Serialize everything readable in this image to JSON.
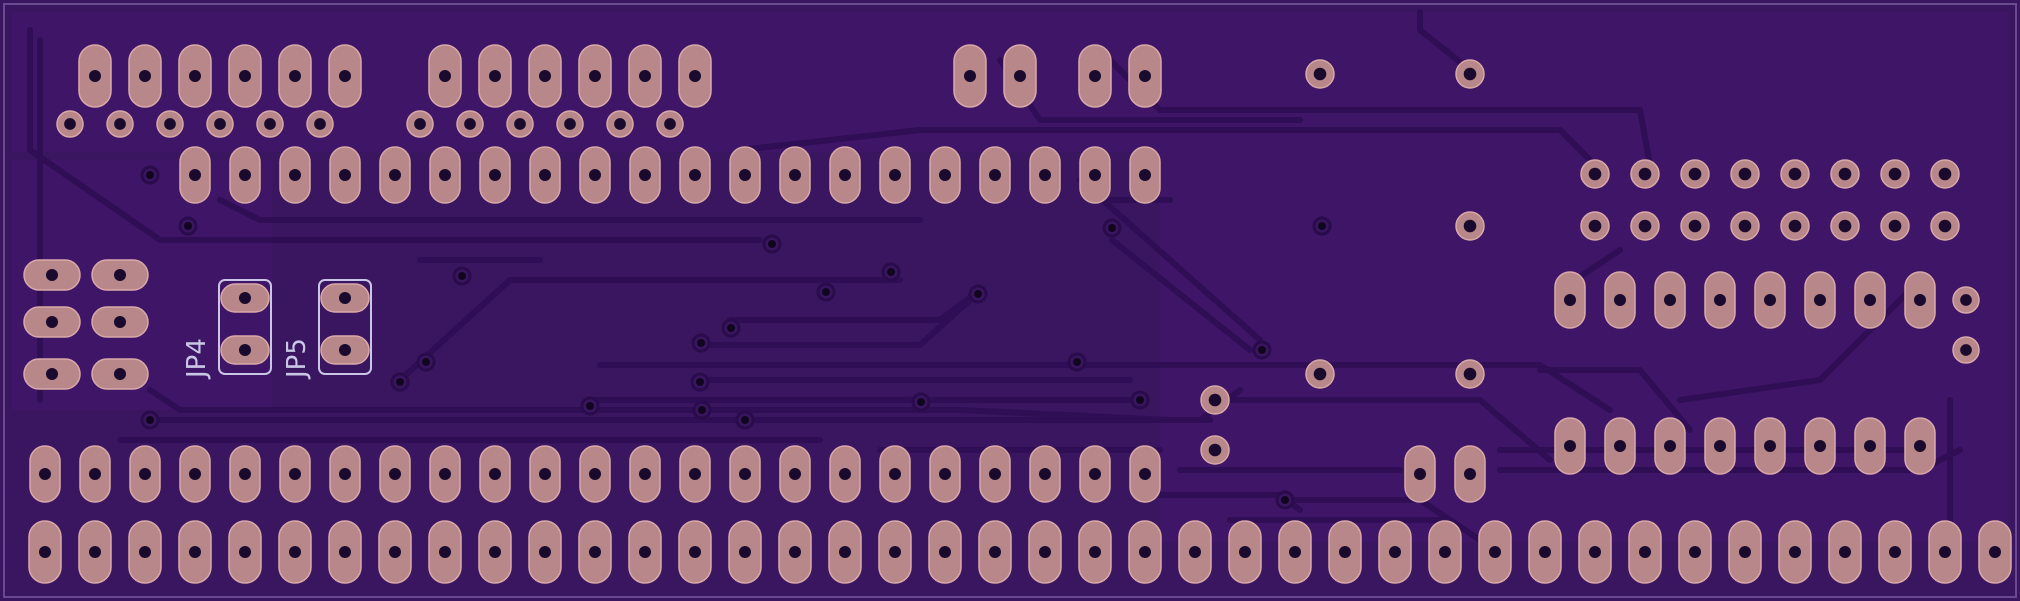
{
  "board": {
    "colors": {
      "background": "#3a1560",
      "substrate": "#3f1567",
      "pour": "#3f1567",
      "trace": "#2f0e56",
      "pad": "#b7878a",
      "pad_edge": "#d9a9a9",
      "hole": "#1a0b2e",
      "silkscreen": "#c9c6e6",
      "edge_outline": "#6a4a8f"
    },
    "labels": [
      {
        "name": "jumper-label-jp4",
        "text": "JP4"
      },
      {
        "name": "jumper-label-jp5",
        "text": "JP5"
      }
    ]
  }
}
